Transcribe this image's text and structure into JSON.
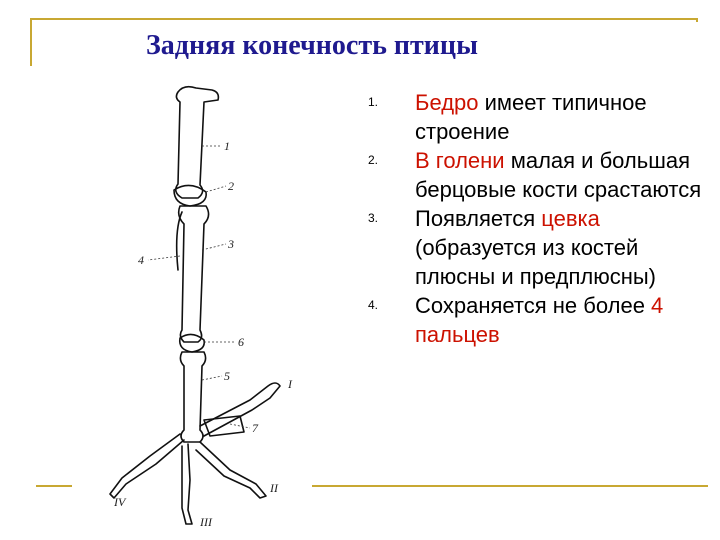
{
  "slide": {
    "title": "Задняя конечность птицы",
    "items": [
      {
        "num": "1.",
        "segments": [
          {
            "text": "Бедро",
            "highlight": true
          },
          {
            "text": " имеет типичное строение",
            "highlight": false
          }
        ]
      },
      {
        "num": "2.",
        "segments": [
          {
            "text": "В голени",
            "highlight": true
          },
          {
            "text": " малая и большая берцовые кости срастаются",
            "highlight": false
          }
        ]
      },
      {
        "num": "3.",
        "segments": [
          {
            "text": "Появляется ",
            "highlight": false
          },
          {
            "text": "цевка",
            "highlight": true
          },
          {
            "text": " (образуется из костей плюсны и предплюсны)",
            "highlight": false
          }
        ]
      },
      {
        "num": "4.",
        "segments": [
          {
            "text": "Сохраняется не более ",
            "highlight": false
          },
          {
            "text": "4 пальцев",
            "highlight": true
          }
        ]
      }
    ],
    "figure_labels": {
      "l1": "1",
      "l2": "2",
      "l3": "3",
      "l4": "4",
      "l5": "5",
      "l6": "6",
      "l7": "7",
      "t1": "I",
      "t2": "II",
      "t3": "III",
      "t4": "IV"
    }
  },
  "colors": {
    "title": "#1f1a8f",
    "highlight": "#cc1100",
    "frame": "#c8a832"
  }
}
